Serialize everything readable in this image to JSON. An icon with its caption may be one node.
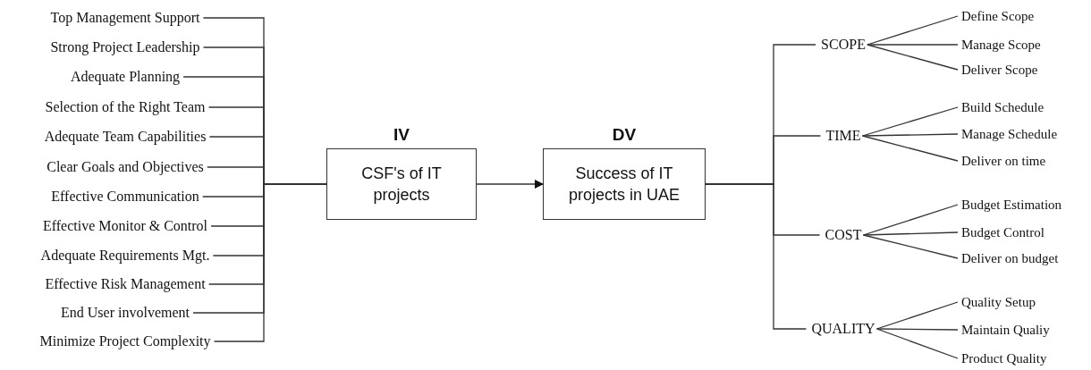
{
  "diagram": {
    "nodes": [
      {
        "text": [
          "Top Management Support"
        ]
      },
      {
        "text": [
          "Strong Project Leadership"
        ]
      },
      {
        "text": [
          "Adequate Planning"
        ]
      },
      {
        "text": [
          "Selection of the Right Team"
        ]
      },
      {
        "text": [
          "Adequate Team Capabilities"
        ]
      },
      {
        "text": [
          "Clear Goals and Objectives"
        ]
      },
      {
        "text": [
          "Effective Communication"
        ]
      },
      {
        "text": [
          "Effective Monitor & Control"
        ]
      },
      {
        "text": [
          "Adequate Requirements Mgt."
        ]
      },
      {
        "text": [
          "Effective Risk Management"
        ]
      },
      {
        "text": [
          "End User involvement"
        ]
      },
      {
        "text": [
          "Minimize Project Complexity"
        ]
      },
      {
        "text": [
          "IV",
          "CSF's of IT projects"
        ]
      },
      {
        "text": [
          "DV",
          "Success of IT projects in UAE"
        ]
      },
      {
        "text": [
          "SCOPE"
        ]
      },
      {
        "text": [
          "Define Scope"
        ]
      },
      {
        "text": [
          "Manage Scope"
        ]
      },
      {
        "text": [
          "Deliver Scope"
        ]
      },
      {
        "text": [
          "TIME"
        ]
      },
      {
        "text": [
          "Build Schedule"
        ]
      },
      {
        "text": [
          "Manage Schedule"
        ]
      },
      {
        "text": [
          "Deliver on time"
        ]
      },
      {
        "text": [
          "COST"
        ]
      },
      {
        "text": [
          "Budget Estimation"
        ]
      },
      {
        "text": [
          "Budget Control"
        ]
      },
      {
        "text": [
          "Deliver on budget"
        ]
      },
      {
        "text": [
          "QUALITY"
        ]
      },
      {
        "text": [
          "Quality Setup"
        ]
      },
      {
        "text": [
          "Maintain Qualiy"
        ]
      },
      {
        "text": [
          "Product Quality"
        ]
      }
    ],
    "edges": [
      {
        "from": 0,
        "to": 12,
        "arrow": "none"
      },
      {
        "from": 1,
        "to": 12,
        "arrow": "none"
      },
      {
        "from": 2,
        "to": 12,
        "arrow": "none"
      },
      {
        "from": 3,
        "to": 12,
        "arrow": "none"
      },
      {
        "from": 4,
        "to": 12,
        "arrow": "none"
      },
      {
        "from": 5,
        "to": 12,
        "arrow": "none"
      },
      {
        "from": 6,
        "to": 12,
        "arrow": "none"
      },
      {
        "from": 7,
        "to": 12,
        "arrow": "none"
      },
      {
        "from": 8,
        "to": 12,
        "arrow": "none"
      },
      {
        "from": 9,
        "to": 12,
        "arrow": "none"
      },
      {
        "from": 10,
        "to": 12,
        "arrow": "none"
      },
      {
        "from": 11,
        "to": 12,
        "arrow": "none"
      },
      {
        "from": 12,
        "to": 13,
        "arrow": "to"
      },
      {
        "from": 13,
        "to": 14,
        "arrow": "none"
      },
      {
        "from": 13,
        "to": 18,
        "arrow": "none"
      },
      {
        "from": 13,
        "to": 22,
        "arrow": "none"
      },
      {
        "from": 13,
        "to": 26,
        "arrow": "none"
      },
      {
        "from": 14,
        "to": 15,
        "arrow": "none"
      },
      {
        "from": 14,
        "to": 16,
        "arrow": "none"
      },
      {
        "from": 14,
        "to": 17,
        "arrow": "none"
      },
      {
        "from": 18,
        "to": 19,
        "arrow": "none"
      },
      {
        "from": 18,
        "to": 20,
        "arrow": "none"
      },
      {
        "from": 18,
        "to": 21,
        "arrow": "none"
      },
      {
        "from": 22,
        "to": 23,
        "arrow": "none"
      },
      {
        "from": 22,
        "to": 24,
        "arrow": "none"
      },
      {
        "from": 22,
        "to": 25,
        "arrow": "none"
      },
      {
        "from": 26,
        "to": 27,
        "arrow": "none"
      },
      {
        "from": 26,
        "to": 28,
        "arrow": "none"
      },
      {
        "from": 26,
        "to": 29,
        "arrow": "none"
      }
    ]
  }
}
